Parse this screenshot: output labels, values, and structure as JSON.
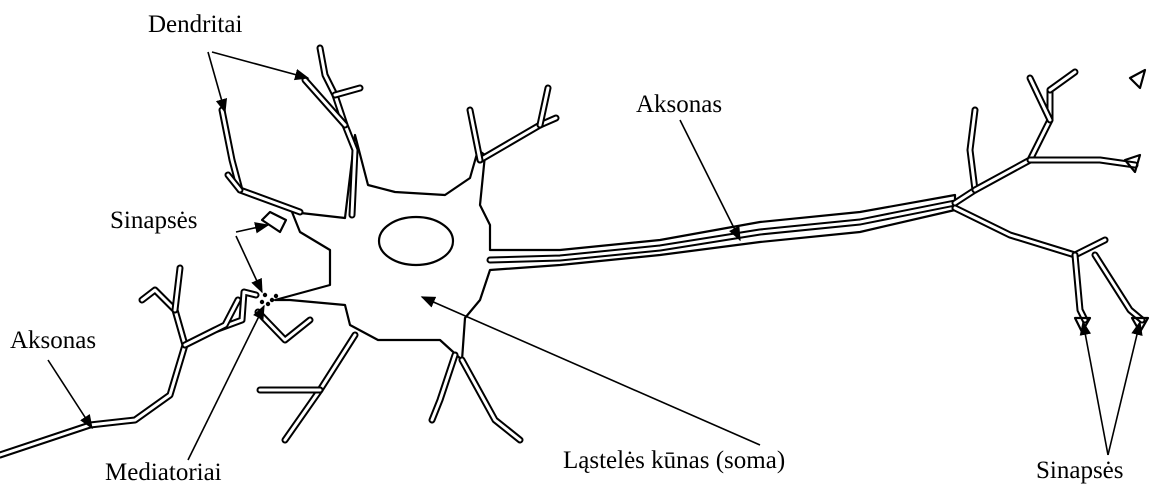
{
  "labels": {
    "dendrites": "Dendritai",
    "synapses_left": "Sinapsės",
    "axon_left": "Aksonas",
    "mediators": "Mediatoriai",
    "axon_main": "Aksonas",
    "cell_body": "Ląstelės kūnas (soma)",
    "synapses_right": "Sinapsės"
  }
}
